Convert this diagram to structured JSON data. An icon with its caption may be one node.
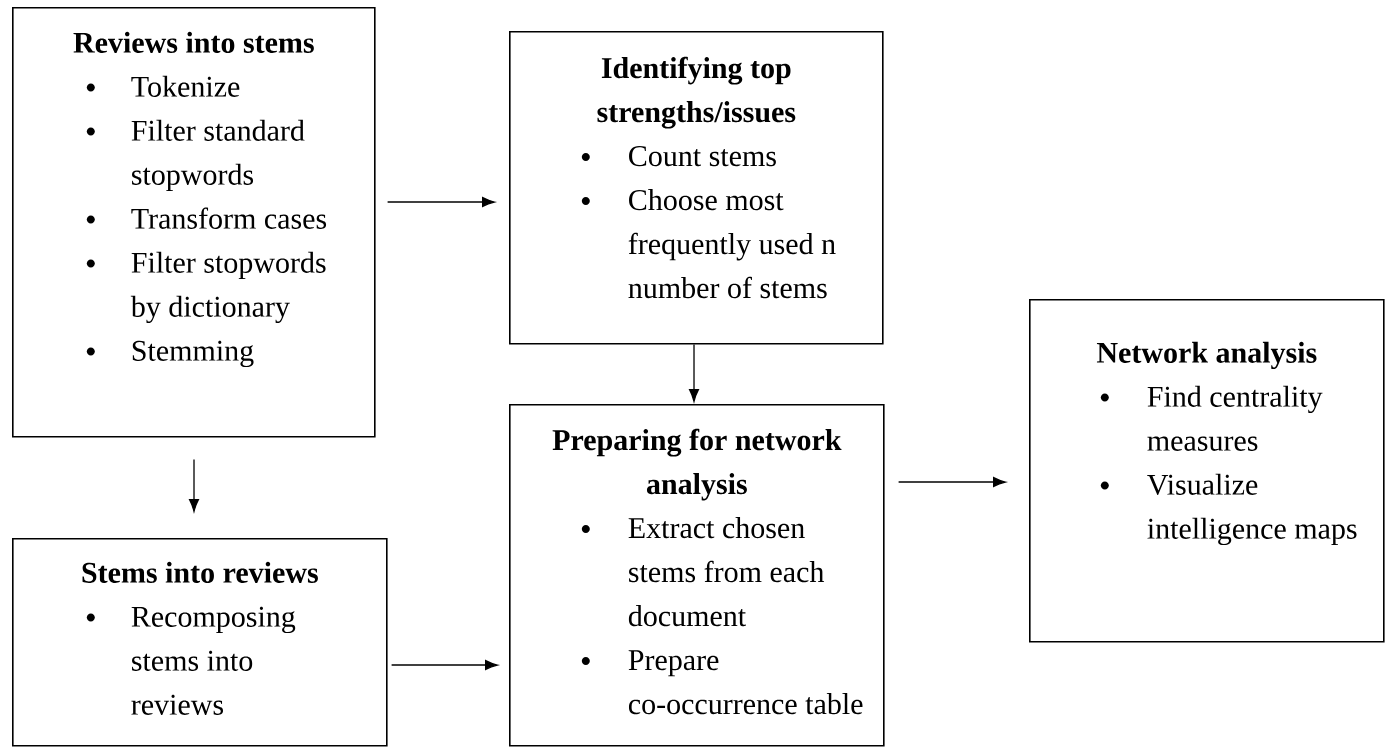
{
  "diagram": {
    "nodes": [
      {
        "text": [
          "Reviews into stems",
          "Tokenize",
          "Filter standard stopwords",
          "Transform cases",
          "Filter stopwords by dictionary",
          "Stemming"
        ]
      },
      {
        "text": [
          "Identifying top strengths/issues",
          "Count stems",
          "Choose most frequently used n number of stems"
        ]
      },
      {
        "text": [
          "Stems into reviews",
          "Recomposing stems into reviews"
        ]
      },
      {
        "text": [
          "Preparing for network analysis",
          "Extract chosen stems from each document",
          "Prepare co-occurrence table"
        ]
      },
      {
        "text": [
          "Network analysis",
          "Find centrality measures",
          "Visualize intelligence maps"
        ]
      }
    ],
    "edges": [
      {
        "from": 0,
        "to": 1,
        "arrow": "to"
      },
      {
        "from": 0,
        "to": 2,
        "arrow": "to"
      },
      {
        "from": 1,
        "to": 3,
        "arrow": "to"
      },
      {
        "from": 2,
        "to": 3,
        "arrow": "to"
      },
      {
        "from": 3,
        "to": 4,
        "arrow": "to"
      }
    ]
  }
}
